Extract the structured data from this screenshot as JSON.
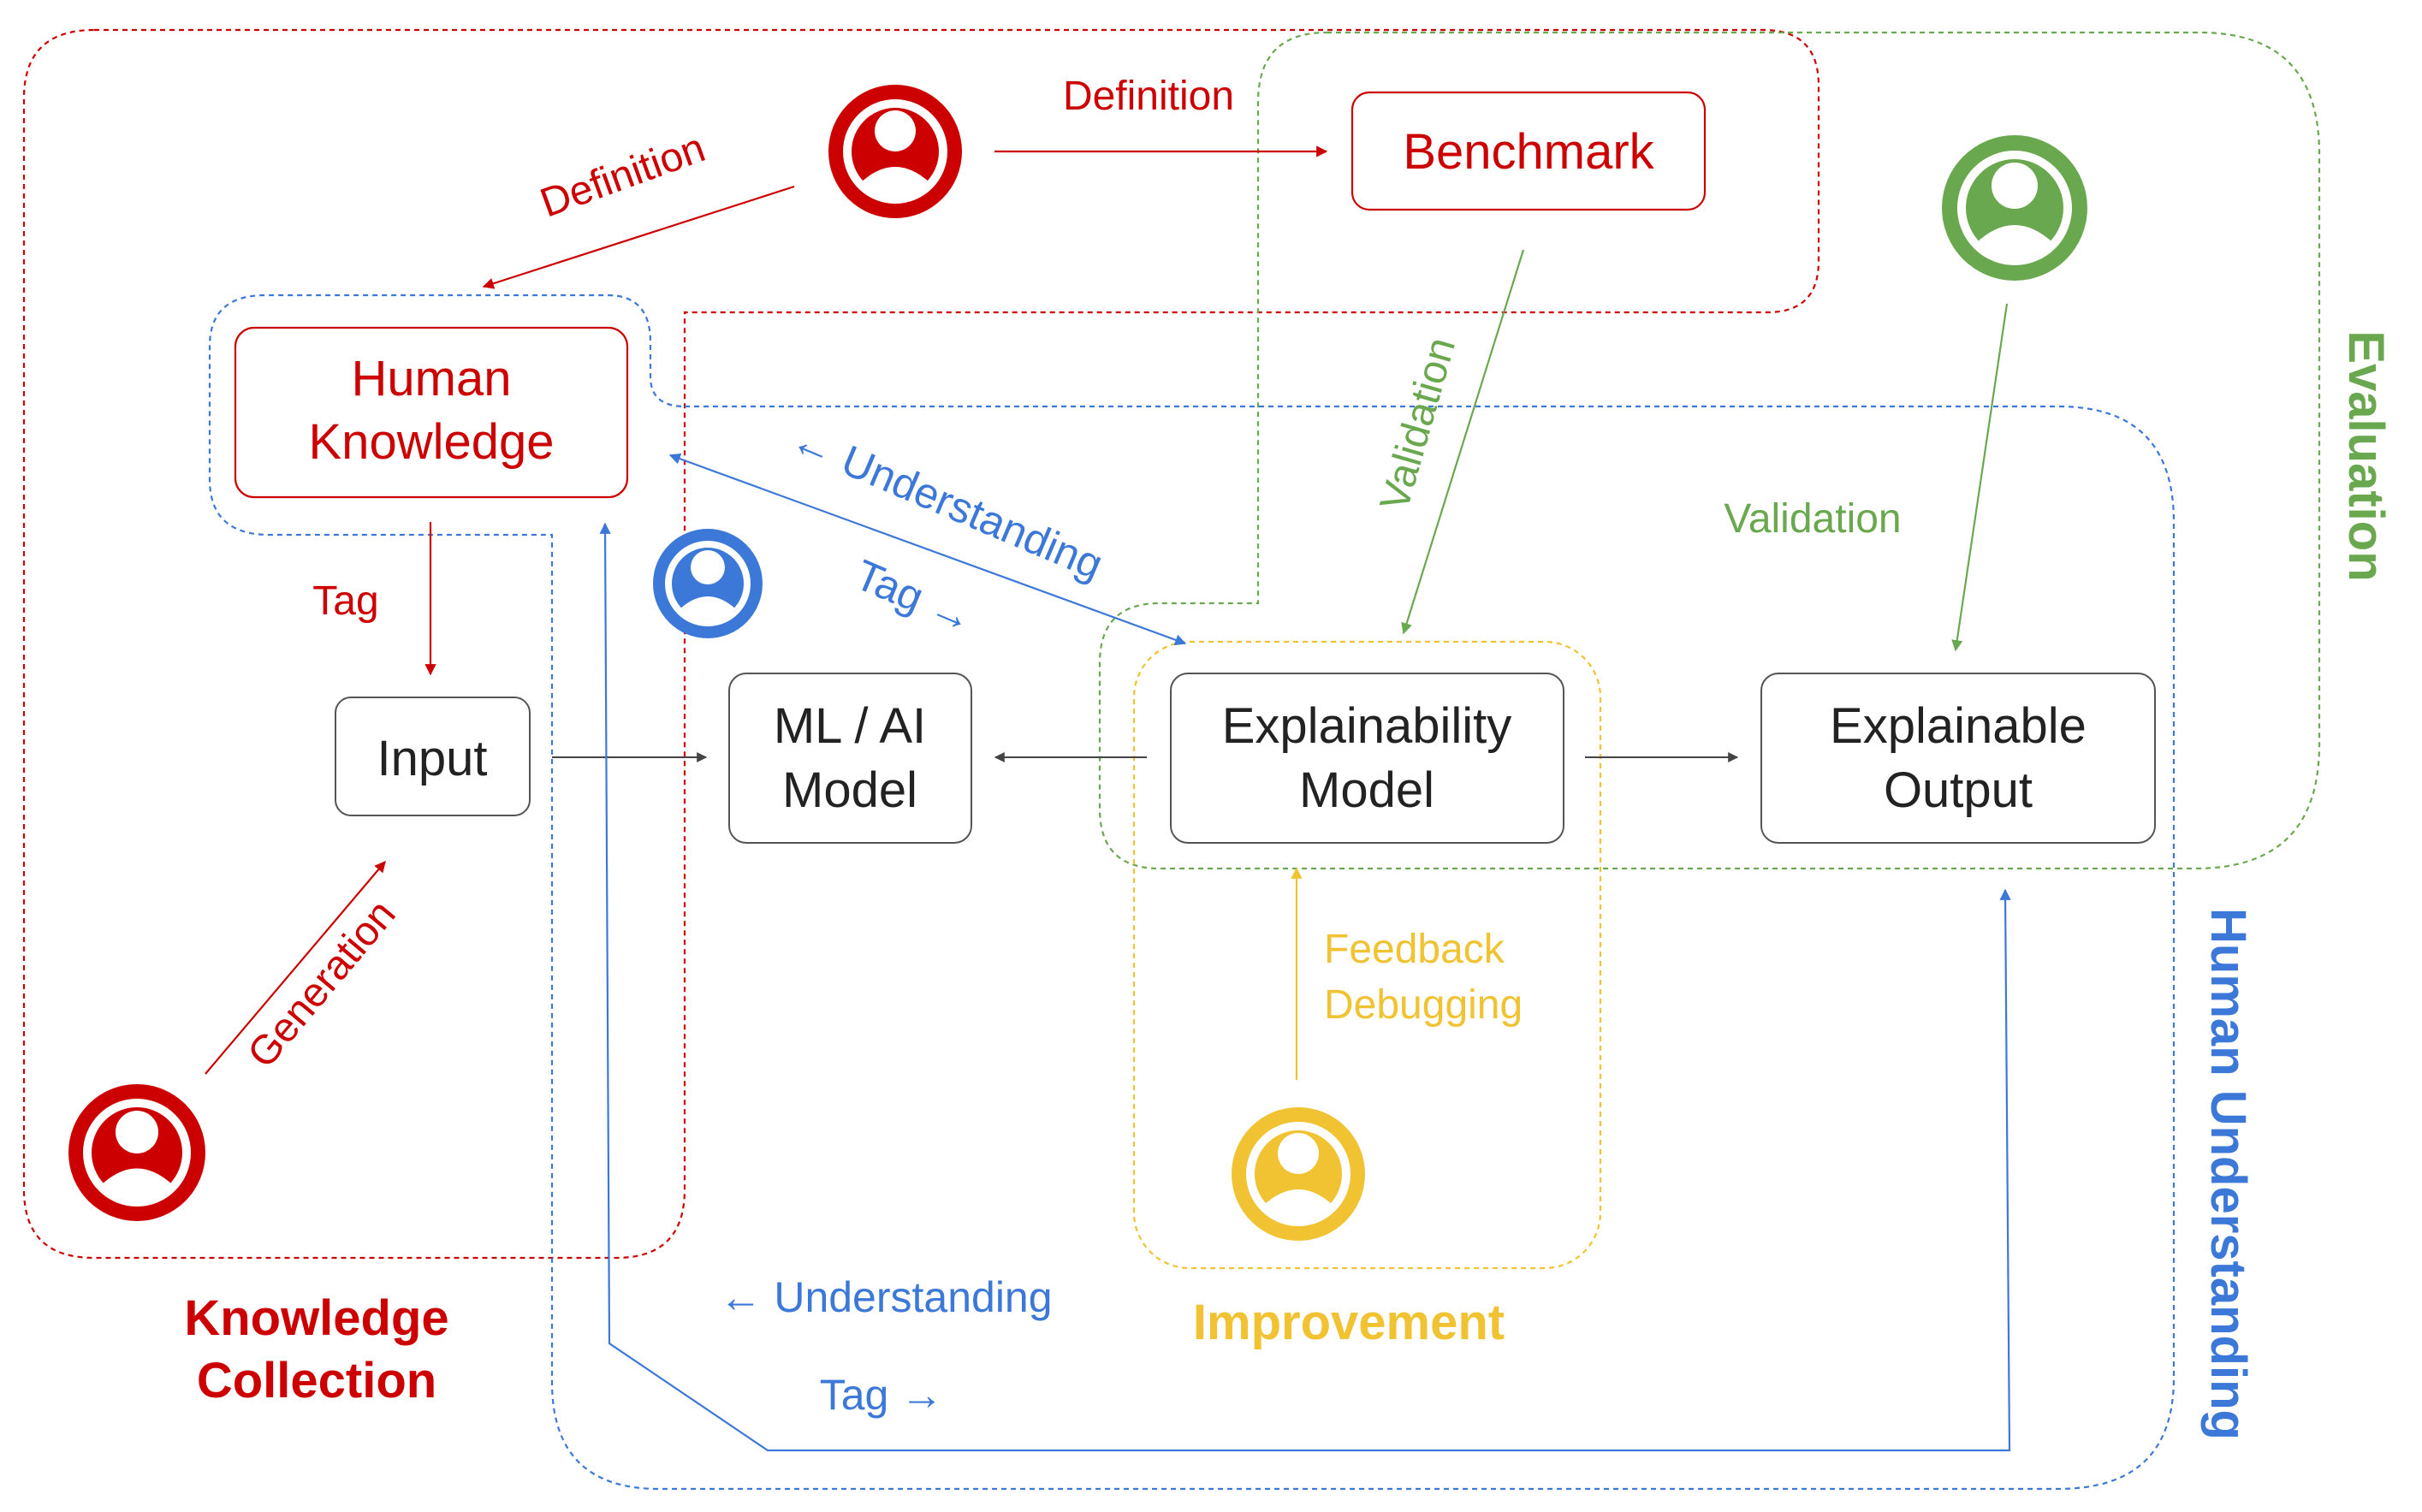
{
  "colors": {
    "red": "#cc0000",
    "green": "#6aa84f",
    "blue": "#3c78d8",
    "yellow": "#f1c232",
    "dark": "#222222",
    "box_border": "#555555"
  },
  "icons": {
    "red_top": "user-circle-icon",
    "red_bottom": "user-circle-icon",
    "green": "user-circle-icon",
    "blue": "user-circle-icon",
    "yellow": "user-circle-icon"
  },
  "nodes": {
    "human_knowledge": [
      "Human",
      "Knowledge"
    ],
    "benchmark": "Benchmark",
    "input": "Input",
    "ml_model": [
      "ML / AI",
      "Model"
    ],
    "explainability_model": [
      "Explainability",
      "Model"
    ],
    "explainable_output": [
      "Explainable",
      "Output"
    ]
  },
  "edge_labels": {
    "definition_top": "Definition",
    "definition_left": "Definition",
    "tag_red": "Tag",
    "generation": "Generation",
    "validation_diag": "Validation",
    "validation_green": "Validation",
    "understanding_top": "← Understanding",
    "tag_top": "Tag →",
    "understanding_bottom": "← Understanding",
    "tag_bottom": "Tag →",
    "feedback": "Feedback",
    "debugging": "Debugging"
  },
  "regions": {
    "knowledge_collection": [
      "Knowledge",
      "Collection"
    ],
    "improvement": "Improvement",
    "evaluation": "Evaluation",
    "human_understanding": "Human Understanding"
  }
}
